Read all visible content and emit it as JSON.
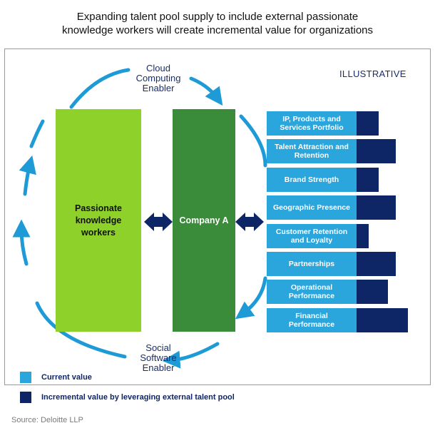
{
  "title": {
    "line1": "Expanding talent pool supply to include external passionate",
    "line2": "knowledge workers will create incremental value for organizations"
  },
  "illustrative": "ILLUSTRATIVE",
  "enablers": {
    "cloud": [
      "Cloud",
      "Computing",
      "Enabler"
    ],
    "social": [
      "Social",
      "Software",
      "Enabler"
    ]
  },
  "boxes": {
    "workers": [
      "Passionate",
      "knowledge",
      "workers"
    ],
    "company": "Company A"
  },
  "bars": [
    {
      "label": [
        "IP, Products and",
        "Services Portfolio"
      ],
      "current": 126,
      "incremental": 31
    },
    {
      "label": [
        "Talent Attraction  and",
        "Retention"
      ],
      "current": 126,
      "incremental": 55
    },
    {
      "label": [
        "Brand Strength"
      ],
      "current": 126,
      "incremental": 31
    },
    {
      "label": [
        "Geographic Presence"
      ],
      "current": 126,
      "incremental": 55
    },
    {
      "label": [
        "Customer Retention",
        "and Loyalty"
      ],
      "current": 126,
      "incremental": 17
    },
    {
      "label": [
        "Partnerships"
      ],
      "current": 126,
      "incremental": 55
    },
    {
      "label": [
        "Operational",
        "Performance"
      ],
      "current": 126,
      "incremental": 44
    },
    {
      "label": [
        "Financial",
        "Performance"
      ],
      "current": 126,
      "incremental": 72
    }
  ],
  "legend": {
    "current": "Current value",
    "incremental": "Incremental value by leveraging external talent pool",
    "current_color": "#2aa6dd",
    "incremental_color": "#0f2666"
  },
  "source": "Source: Deloitte LLP",
  "colors": {
    "workers_box": "#8fd12b",
    "company_box": "#3a8c3a",
    "arrows": "#1e9ad6",
    "double_arrows": "#0f2666"
  }
}
